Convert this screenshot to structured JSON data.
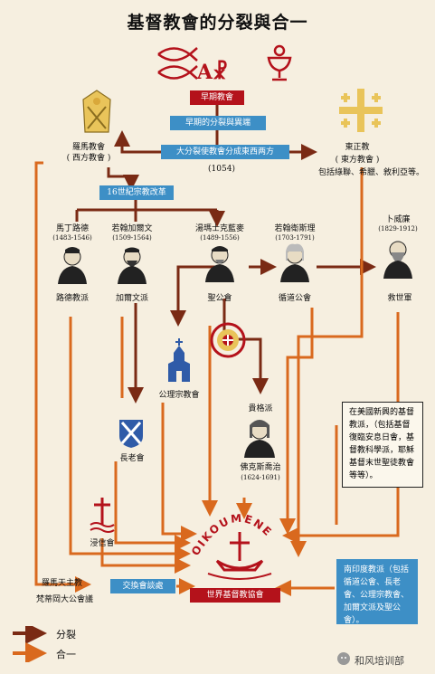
{
  "title": "基督教會的分裂與合一",
  "labels": {
    "early": "早期教會",
    "early_split": "早期的分裂與異端",
    "great_schism": "大分裂使教會分成東西两方",
    "year_1054": "(1054)",
    "rome": "羅馬教會",
    "rome_sub": "( 西方教會 )",
    "east": "東正教",
    "east_sub": "( 東方教會 )",
    "east_note": "包括綠聯、希臘、敘利亞等。",
    "reformation": "16世紀宗教改革",
    "luther": "馬丁路德",
    "luther_years": "(1483-1546)",
    "calvin": "若翰加爾文",
    "calvin_years": "(1509-1564)",
    "cranmer": "湯瑪士克藍麥",
    "cranmer_years": "(1489-1556)",
    "wesley": "若翰衛斯理",
    "wesley_years": "(1703-1791)",
    "booth": "卜威廉",
    "booth_years": "(1829-1912)",
    "lutheran": "路德教派",
    "calvinist": "加爾文派",
    "anglican": "聖公會",
    "methodist": "循道公會",
    "salvation_army": "救世軍",
    "congregational": "公理宗教會",
    "quaker": "貴格派",
    "fox": "佛克斯喬治",
    "fox_years": "(1624-1691)",
    "presbyterian": "長老會",
    "baptist": "浸信會",
    "oikoumene": "OIKOUMENE",
    "roman_catholic": "羅馬天主教",
    "vatican": "梵蒂岡大公會議",
    "dialogue": "交換會談處",
    "wcc": "世界基督教協會",
    "new_box": "在美國新興的基督教派，（包括基督復臨安息日會，基督教科學派，耶穌基督末世聖徒教會等等）。",
    "csi_box": "南印度教派（包括循道公會、長老會、公理宗教會、加爾文派及聖公會）。",
    "legend_split": "分裂",
    "legend_union": "合一",
    "watermark": "和风培训部"
  },
  "colors": {
    "arrow": "#7a2a14",
    "orange": "#d9691e",
    "blue": "#3d8fc6",
    "red": "#b4121b",
    "gold": "#e9c45a"
  },
  "icons": [
    "fish-icon",
    "chi-rho-icon",
    "chalice-icon",
    "papal-arms-icon",
    "jerusalem-cross-icon",
    "luther-rose-icon",
    "st-andrew-cross-icon",
    "church-icon",
    "baptist-cross-icon",
    "oikoumene-ship-icon"
  ]
}
